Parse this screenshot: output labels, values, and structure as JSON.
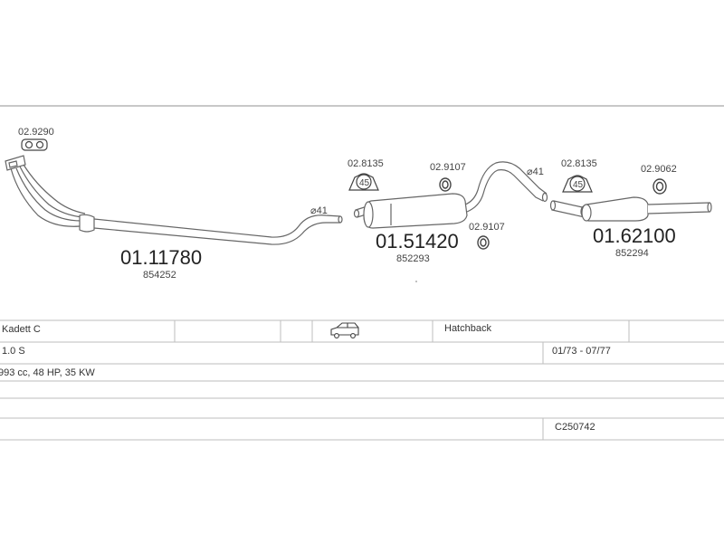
{
  "parts": {
    "front": {
      "number": "01.11780",
      "ref": "854252"
    },
    "middle": {
      "number": "01.51420",
      "ref": "852293"
    },
    "rear": {
      "number": "01.62100",
      "ref": "852294"
    }
  },
  "accessories": {
    "gasket_front": "02.9290",
    "clamp_middle": "02.8135",
    "ring_middle_top": "02.9107",
    "ring_middle_bottom": "02.9107",
    "clamp_rear": "02.8135",
    "ring_rear": "02.9062",
    "clamp_angle": "45"
  },
  "diameters": {
    "front_pipe": "⌀41",
    "middle_pipe": "⌀41"
  },
  "vehicle": {
    "model": "Kadett C",
    "body_type": "Hatchback",
    "engine": "1.0 S",
    "production": "01/73 - 07/77",
    "specs": "993 cc, 48 HP, 35 KW",
    "code": "C250742"
  },
  "icons": {
    "car": "car-hatchback-icon"
  }
}
